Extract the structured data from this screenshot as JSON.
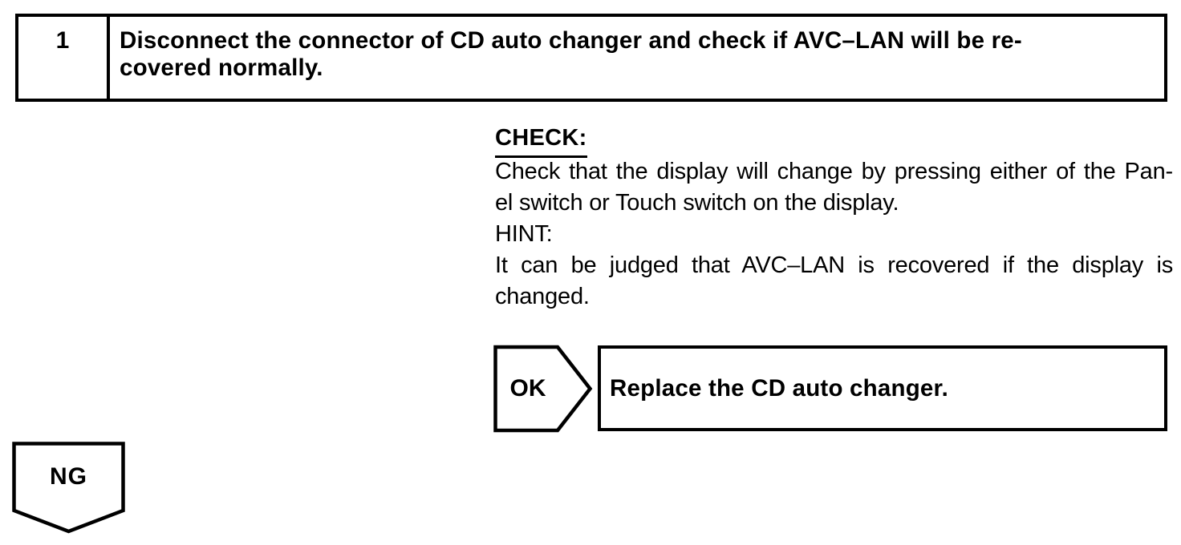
{
  "colors": {
    "ink": "#000000",
    "paper": "#ffffff"
  },
  "step_box": {
    "number": "1",
    "instruction_line1": "Disconnect the connector of CD auto changer and check if AVC–LAN will be re-",
    "instruction_line2": "covered normally."
  },
  "check_section": {
    "heading": "CHECK:",
    "line1": "Check that the display will change by pressing either of the Pan-",
    "line2": "el switch or Touch switch on the display.",
    "hint_label": "HINT:",
    "hint_line1": "It can be judged that AVC–LAN is recovered if the display is",
    "hint_line2": "changed."
  },
  "ok_branch": {
    "label": "OK",
    "action": "Replace the CD auto changer."
  },
  "ng_branch": {
    "label": "NG"
  }
}
